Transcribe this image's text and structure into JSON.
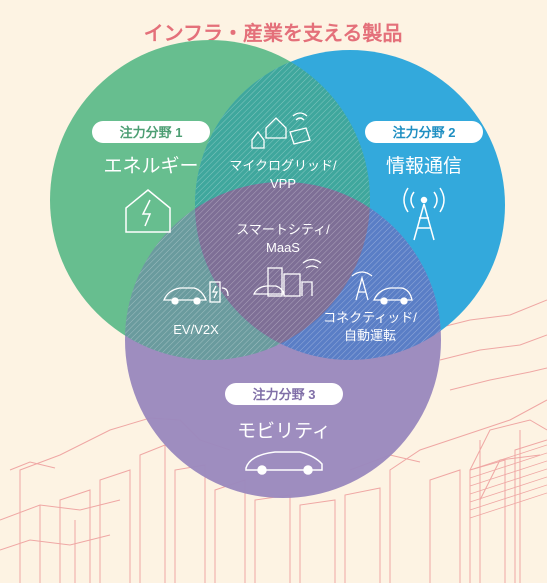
{
  "title": "インフラ・産業を支える製品",
  "colors": {
    "background": "#fdf3e3",
    "title": "#e4707a",
    "cityline": "#efa7a4",
    "energy": "#67be8f",
    "info": "#33a9dc",
    "mobility": "#9a88bd",
    "badge_energy": "#4c9e73",
    "badge_info": "#1f8fc2",
    "badge_mobility": "#806fa8"
  },
  "circles": {
    "energy": {
      "badge": "注力分野 1",
      "title": "エネルギー",
      "icon": "house-power-icon"
    },
    "info": {
      "badge": "注力分野 2",
      "title": "情報通信",
      "icon": "radio-tower-icon"
    },
    "mobility": {
      "badge": "注力分野 3",
      "title": "モビリティ",
      "icon": "car-icon"
    }
  },
  "overlaps": {
    "microgrid": {
      "line1": "マイクログリッド/",
      "line2": "VPP",
      "icon": "house-solar-icon"
    },
    "ev": {
      "line1": "EV/V2X",
      "icon": "ev-charging-icon"
    },
    "connected": {
      "line1": "コネクティッド/",
      "line2": "自動運転",
      "icon": "connected-car-icon"
    },
    "smartcity": {
      "line1": "スマートシティ/",
      "line2": "MaaS",
      "icon": "smart-city-icon"
    }
  }
}
